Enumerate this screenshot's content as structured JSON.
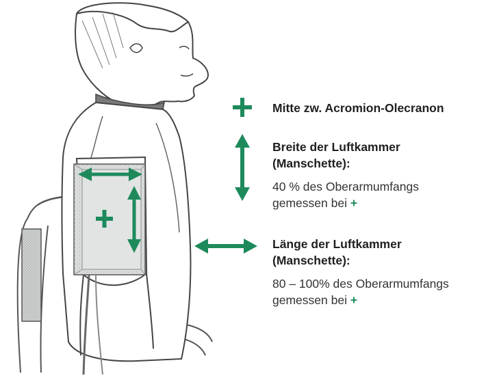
{
  "colors": {
    "accent": "#1e8a5c",
    "sketch": "#555555",
    "text": "#222222"
  },
  "legend": {
    "midpoint": {
      "icon": "plus-icon",
      "title": "Mitte zw. Acromion-Olecranon"
    },
    "width": {
      "icon": "vertical-double-arrow-icon",
      "title_line1": "Breite der Luftkammer",
      "title_line2": "(Manschette):",
      "desc_line1": "40 % des Oberarmumfangs",
      "desc_line2": "gemessen bei",
      "marker": "+"
    },
    "length": {
      "icon": "horizontal-double-arrow-icon",
      "title_line1": "Länge der Luftkammer",
      "title_line2": "(Manschette):",
      "desc_line1": "80 – 100% des Oberarmumfangs",
      "desc_line2": "gemessen bei",
      "marker": "+"
    }
  }
}
